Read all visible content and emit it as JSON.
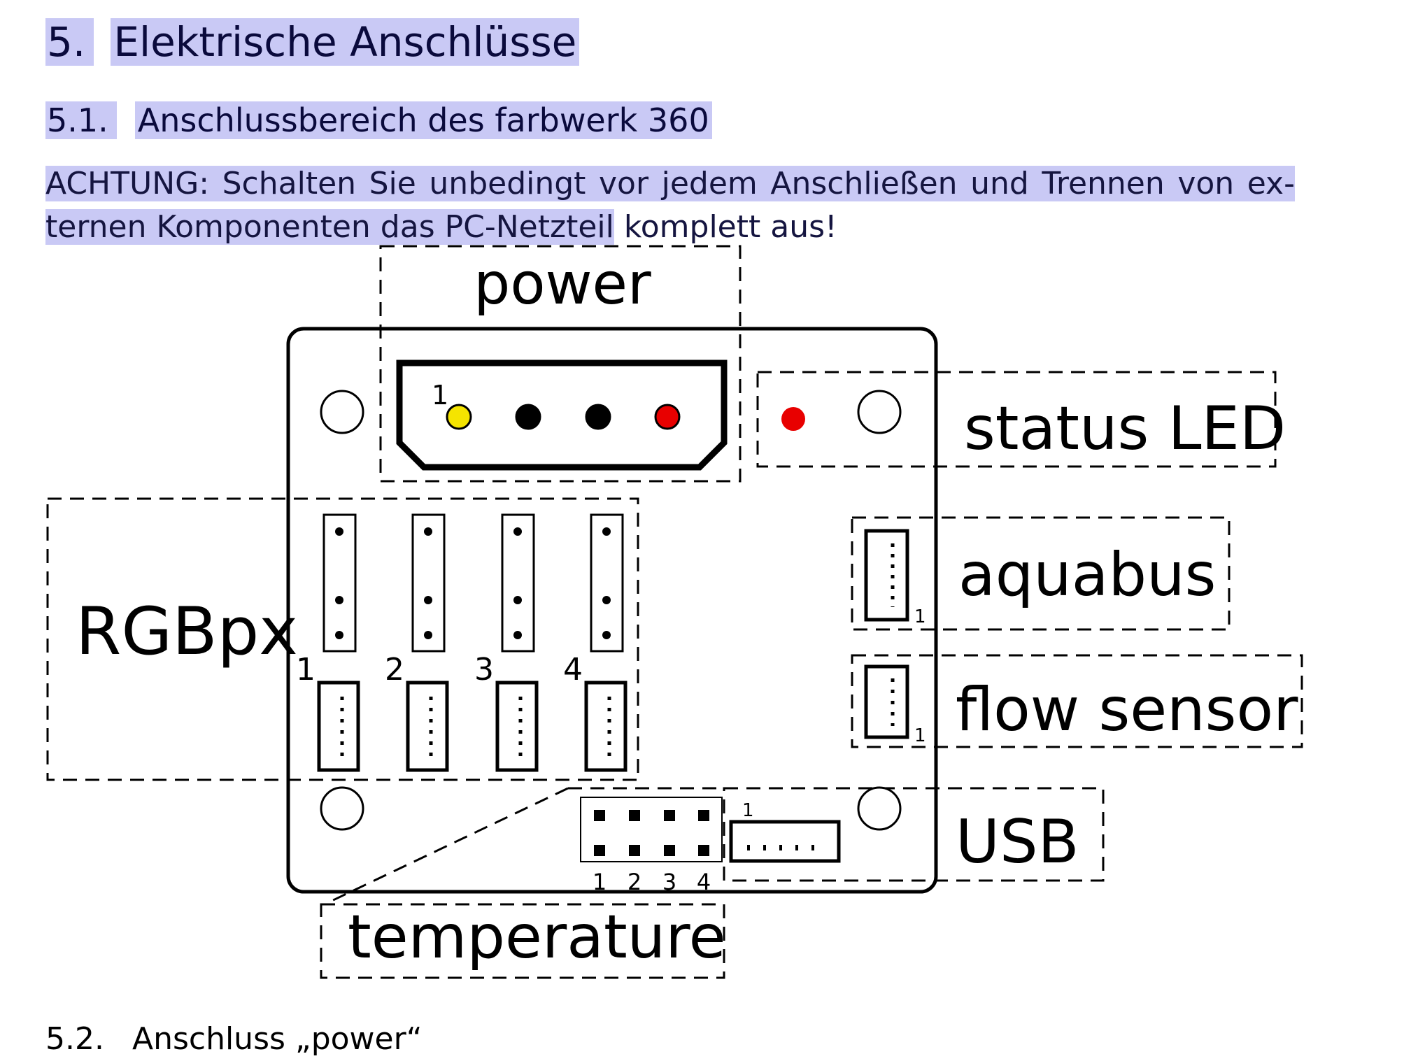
{
  "section": {
    "number": "5.",
    "title": "Elektrische Anschlüsse"
  },
  "subsection": {
    "number": "5.1.",
    "title": "Anschlussbereich des farbwerk 360"
  },
  "warning": {
    "highlighted": "ACHTUNG: Schalten Sie unbedingt vor jedem Anschließen und Trennen von ex­ternen Komponenten das PC-Netzteil",
    "rest": " komplett aus!"
  },
  "diagram": {
    "labels": {
      "power": "power",
      "status_led": "status LED",
      "aquabus": "aquabus",
      "flow_sensor": "flow sensor",
      "usb": "USB",
      "rgbpx": "RGBpx",
      "temperature": "temperature"
    },
    "pin_marks": {
      "power_pin1": "1",
      "aquabus_pin1": "1",
      "flow_pin1": "1",
      "usb_pin1": "1"
    },
    "rgbpx_channels": [
      "1",
      "2",
      "3",
      "4"
    ],
    "temperature_channels": [
      "1",
      "2",
      "3",
      "4"
    ],
    "power_pin_colors": [
      "#f5e400",
      "#000000",
      "#000000",
      "#e80000"
    ],
    "status_led_color": "#e80000"
  },
  "next_subsection": {
    "number": "5.2.",
    "title": "Anschluss „power“"
  }
}
